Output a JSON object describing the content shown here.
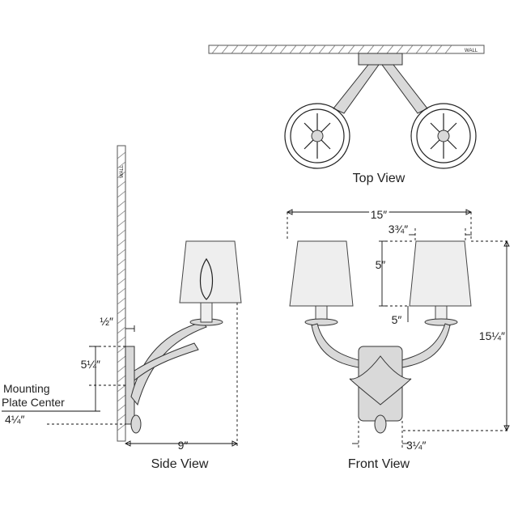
{
  "views": {
    "top_view_label": "Top View",
    "side_view_label": "Side View",
    "front_view_label": "Front View"
  },
  "wall_label": "WALL",
  "dimensions": {
    "overall_width": "15″",
    "shade_offset": "3¾″",
    "shade_height": "5″",
    "shade_bottom": "5″",
    "overall_height": "15¼″",
    "backplate_width": "3¼″",
    "extension": "9″",
    "plate_depth": "½″",
    "plate_top": "5¼″",
    "plate_bottom": "4¼″",
    "mounting_plate_center_line1": "Mounting",
    "mounting_plate_center_line2": "Plate Center"
  }
}
